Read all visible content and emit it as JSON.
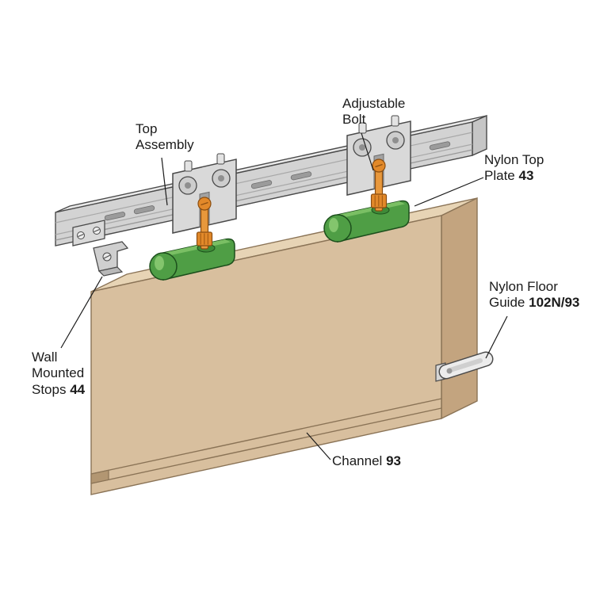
{
  "figure": {
    "type": "exploded-hardware-diagram",
    "subject": "Top-hung sliding door track hardware"
  },
  "labels": {
    "top_assembly": {
      "line1": "Top",
      "line2": "Assembly"
    },
    "adjustable_bolt": {
      "line1": "Adjustable",
      "line2": "Bolt"
    },
    "nylon_top_plate": {
      "line1": "Nylon Top",
      "line2_text": "Plate",
      "line2_num": "43"
    },
    "wall_mounted_stops": {
      "line1": "Wall",
      "line2": "Mounted",
      "line3_text": "Stops",
      "line3_num": "44"
    },
    "nylon_floor_guide": {
      "line1": "Nylon Floor",
      "line2_text": "Guide",
      "line2_num": "102N/93"
    },
    "channel": {
      "text": "Channel",
      "num": "93"
    }
  },
  "colors": {
    "door_front": "#d8bf9e",
    "door_top": "#e7d4b5",
    "door_side": "#c3a47f",
    "door_line": "#8a7356",
    "track_face": "#d3d3d3",
    "track_top": "#e9e9e9",
    "track_end": "#c6c6c6",
    "hanger_green": "#4f9e45",
    "hanger_green_light": "#7abf64",
    "hanger_green_dark": "#1c4f1c",
    "bolt_orange": "#e2892a",
    "bolt_orange_light": "#e8983c",
    "bolt_outline": "#8a4d10",
    "metal_light": "#d9d9d9",
    "outline": "#4a4a4a",
    "leader": "#1b1b1b"
  }
}
